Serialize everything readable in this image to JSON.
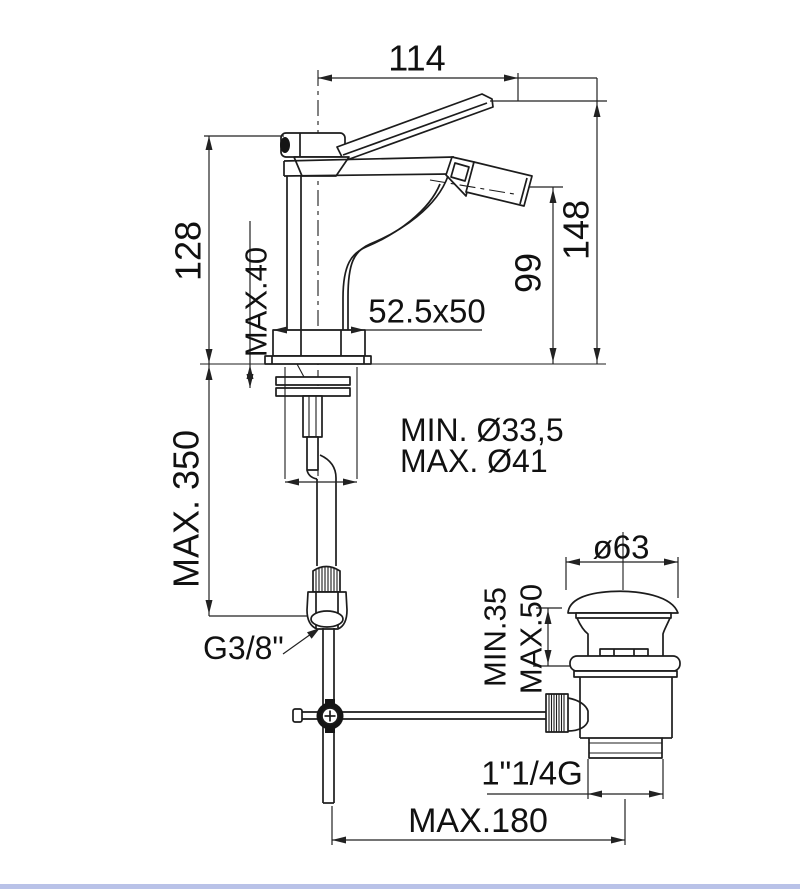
{
  "drawing": {
    "product": "single-lever bidet mixer with pop-up waste - dimensional drawing",
    "style": {
      "line_color": "#1c1c1c",
      "background": "#ffffff",
      "bottom_edge_color": "#b9c2e8"
    },
    "dimensions": {
      "handle_reach": "114",
      "height_to_body_top": "128",
      "deck_thickness_max": "MAX.40",
      "height_to_handle": "148",
      "height_to_outlet": "99",
      "base_size": "52.5x50",
      "hole_diameter_min": "MIN. Ø33,5",
      "hole_diameter_max": "MAX. Ø41",
      "hose_length_max": "MAX. 350",
      "supply_thread": "G3/8\"",
      "waste_cap_diameter": "ø63",
      "waste_height_min": "MIN.35",
      "waste_height_max": "MAX.50",
      "waste_thread": "1\"1/4G",
      "rod_length_max": "MAX.180"
    }
  }
}
